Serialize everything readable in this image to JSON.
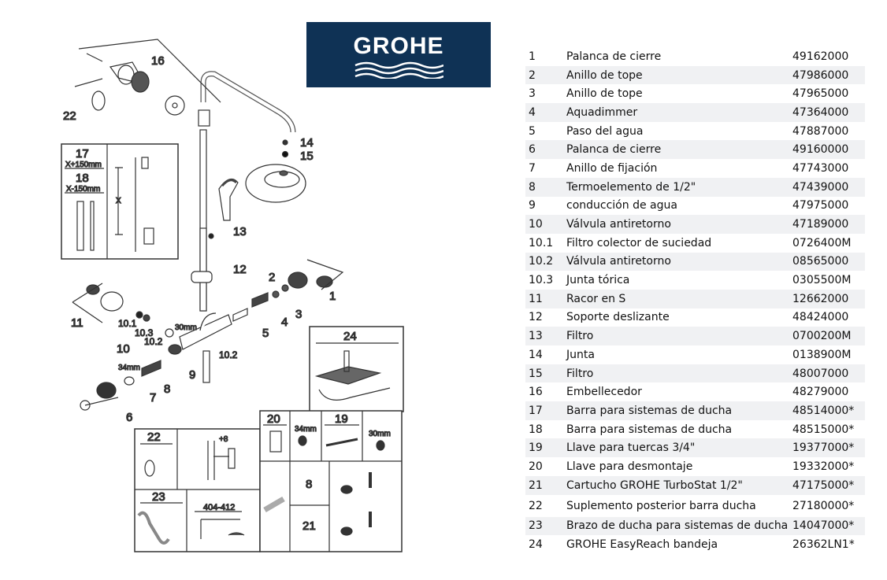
{
  "brand": {
    "name": "GROHE",
    "color": "#0f3255"
  },
  "diagram": {
    "callouts": [
      "16",
      "22",
      "14",
      "15",
      "13",
      "12",
      "2",
      "1",
      "3",
      "4",
      "5",
      "11",
      "10.1",
      "10.3",
      "10.2",
      "10",
      "30mm",
      "10.2",
      "9",
      "8",
      "34mm",
      "7",
      "6"
    ],
    "inset_bar": {
      "label_a": "17",
      "dim_a": "X+150mm",
      "label_b": "18",
      "dim_b": "X-150mm",
      "dim_x": "X"
    },
    "inset_tray": {
      "label": "24"
    },
    "accessories": {
      "p22": "22",
      "offset": "+8",
      "p23": "23",
      "arm_dim": "404-412",
      "p20": "20",
      "nut20": "34mm",
      "p19": "19",
      "nut19": "30mm",
      "p8": "8",
      "p21": "21"
    }
  },
  "parts": [
    {
      "num": "1",
      "desc": "Palanca de cierre",
      "code": "49162000"
    },
    {
      "num": "2",
      "desc": "Anillo de tope",
      "code": "47986000"
    },
    {
      "num": "3",
      "desc": "Anillo de tope",
      "code": "47965000"
    },
    {
      "num": "4",
      "desc": "Aquadimmer",
      "code": "47364000"
    },
    {
      "num": "5",
      "desc": "Paso del agua",
      "code": "47887000"
    },
    {
      "num": "6",
      "desc": "Palanca de cierre",
      "code": "49160000"
    },
    {
      "num": "7",
      "desc": "Anillo de fijación",
      "code": "47743000"
    },
    {
      "num": "8",
      "desc": "Termoelemento de 1/2\"",
      "code": "47439000"
    },
    {
      "num": "9",
      "desc": "conducción de agua",
      "code": "47975000"
    },
    {
      "num": "10",
      "desc": "Válvula antiretorno",
      "code": "47189000"
    },
    {
      "num": "10.1",
      "desc": "Filtro colector de suciedad",
      "code": "0726400M"
    },
    {
      "num": "10.2",
      "desc": "Válvula antiretorno",
      "code": "08565000"
    },
    {
      "num": "10.3",
      "desc": "Junta tórica",
      "code": "0305500M"
    },
    {
      "num": "11",
      "desc": "Racor en S",
      "code": "12662000"
    },
    {
      "num": "12",
      "desc": "Soporte deslizante",
      "code": "48424000"
    },
    {
      "num": "13",
      "desc": "Filtro",
      "code": "0700200M"
    },
    {
      "num": "14",
      "desc": "Junta",
      "code": "0138900M"
    },
    {
      "num": "15",
      "desc": "Filtro",
      "code": "48007000"
    },
    {
      "num": "16",
      "desc": "Embellecedor",
      "code": "48279000"
    },
    {
      "num": "17",
      "desc": "Barra para sistemas de ducha",
      "code": "48514000*"
    },
    {
      "num": "18",
      "desc": "Barra para sistemas de ducha",
      "code": "48515000*"
    },
    {
      "num": "19",
      "desc": "Llave para tuercas 3/4\"",
      "code": "19377000*"
    },
    {
      "num": "20",
      "desc": "Llave para desmontaje",
      "code": "19332000*"
    },
    {
      "num": "21",
      "desc": "Cartucho GROHE TurboStat 1/2\"",
      "code": "47175000*"
    },
    {
      "num": "22",
      "desc": "Suplemento posterior barra ducha",
      "code": "27180000*"
    },
    {
      "num": "23",
      "desc": "Brazo de ducha para sistemas de ducha",
      "code": "14047000*"
    },
    {
      "num": "24",
      "desc": "GROHE EasyReach bandeja",
      "code": "26362LN1*"
    }
  ]
}
